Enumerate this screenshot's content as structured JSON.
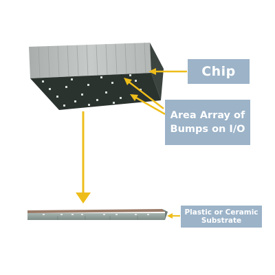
{
  "labels": {
    "chip": "Chip",
    "bumps": "Area Array of Bumps on I/O",
    "substrate": "Plastic or Ceramic Substrate"
  },
  "colors": {
    "arrow": "#eebd1a",
    "callout_box": "#9cb3c8",
    "callout_text": "#ffffff",
    "chip_top": "#b9bdbc",
    "chip_underside": "#2b332f",
    "bump": "#d6dcd8",
    "substrate_top": "#9a7a68",
    "substrate_body": "#8e9d99"
  }
}
